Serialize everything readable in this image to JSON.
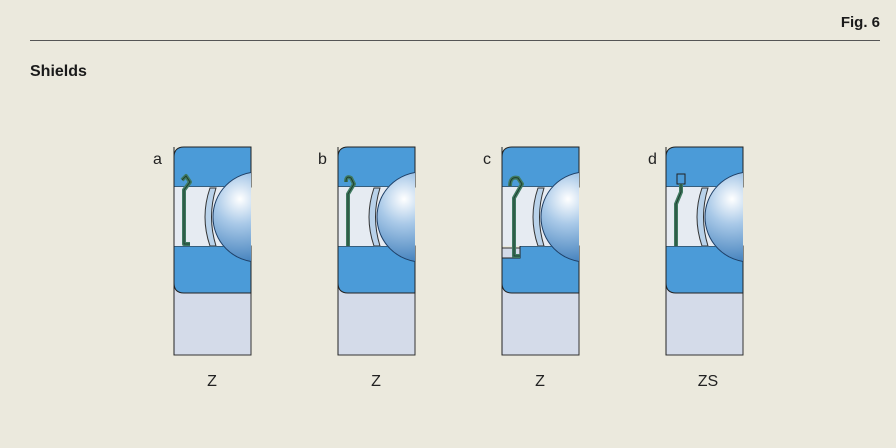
{
  "figure": {
    "label": "Fig. 6",
    "title": "Shields"
  },
  "variants": [
    {
      "letter": "a",
      "designation": "Z"
    },
    {
      "letter": "b",
      "designation": "Z"
    },
    {
      "letter": "c",
      "designation": "Z"
    },
    {
      "letter": "d",
      "designation": "ZS"
    }
  ],
  "colors": {
    "background": "#ebe9dd",
    "ring": "#4b9bd8",
    "bore": "#d4dbe9",
    "ball_light": "#ffffff",
    "ball_dark": "#2f73b4",
    "shield": "#3f7a60",
    "cage": "#b9d2ea"
  }
}
